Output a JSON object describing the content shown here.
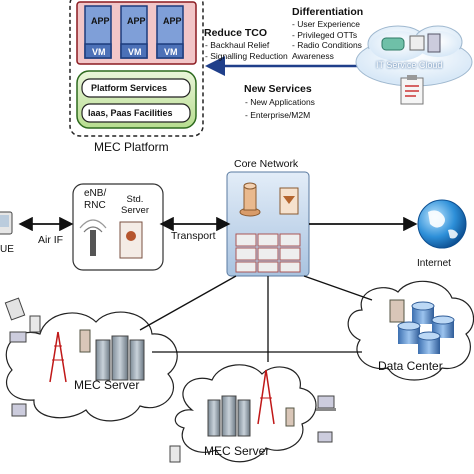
{
  "mec_platform": {
    "title": "MEC Platform",
    "apps": [
      {
        "app": "APP",
        "vm": "VM"
      },
      {
        "app": "APP",
        "vm": "VM"
      },
      {
        "app": "APP",
        "vm": "VM"
      }
    ],
    "services": [
      "Platform Services",
      "Iaas, Paas Facilities"
    ]
  },
  "reduce_tco": {
    "title": "Reduce TCO",
    "items": [
      "- Backhaul Relief",
      "- Signalling Reduction"
    ]
  },
  "differentiation": {
    "title": "Differentiation",
    "items": [
      "- User Experience",
      "- Privileged OTTs",
      "- Radio Conditions",
      "Awareness"
    ]
  },
  "new_services": {
    "title": "New Services",
    "items": [
      "- New Applications",
      "- Enterprise/M2M"
    ]
  },
  "it_cloud": "IT Service Cloud",
  "core_network": "Core Network",
  "enb": {
    "line1": "eNB/",
    "line2": "RNC",
    "server1": "Std.",
    "server2": "Server"
  },
  "links": {
    "air": "Air IF",
    "transport": "Transport"
  },
  "ue": "UE",
  "internet": "Internet",
  "mec_server_left": "MEC Server",
  "mec_server_bottom": "MEC Server",
  "data_center": "Data Center"
}
